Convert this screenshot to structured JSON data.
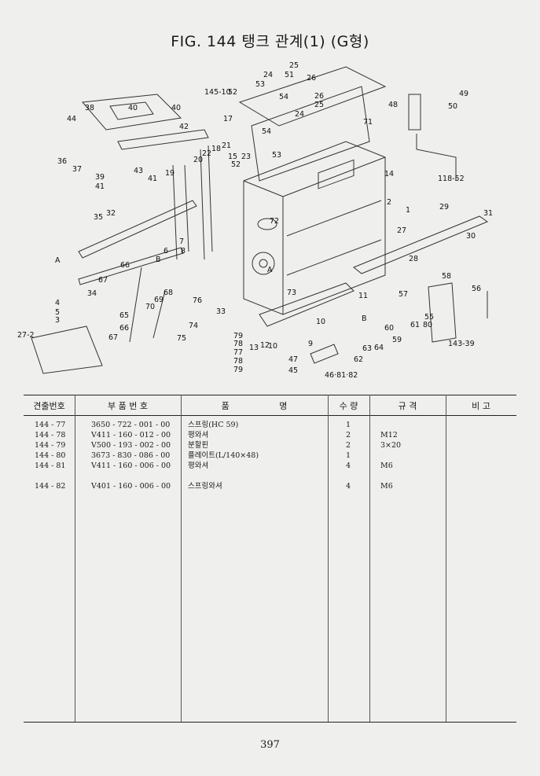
{
  "title": "FIG. 144 탱크 관계(1) (G형)",
  "diagram": {
    "callouts": [
      "25",
      "24",
      "51",
      "26",
      "53",
      "54",
      "52",
      "145-10",
      "71",
      "49",
      "48",
      "50",
      "44",
      "38",
      "40",
      "40",
      "42",
      "17",
      "21",
      "54",
      "15",
      "53",
      "25",
      "26",
      "24",
      "23",
      "22",
      "18",
      "20",
      "52",
      "14",
      "118-52",
      "36",
      "37",
      "43",
      "39",
      "41",
      "41",
      "19",
      "2",
      "1",
      "35",
      "32",
      "72",
      "29",
      "31",
      "30",
      "27",
      "28",
      "7",
      "8",
      "6",
      "66",
      "67",
      "34",
      "A",
      "B",
      "A",
      "4",
      "5",
      "3",
      "69",
      "70",
      "68",
      "65",
      "76",
      "33",
      "73",
      "11",
      "58",
      "57",
      "56",
      "55",
      "61",
      "80",
      "60",
      "59",
      "63",
      "64",
      "62",
      "10",
      "9",
      "74",
      "75",
      "79",
      "78",
      "77",
      "78",
      "79",
      "13",
      "12",
      "10",
      "47",
      "45",
      "46·81·82",
      "27-2",
      "66",
      "67",
      "143-39",
      "B"
    ]
  },
  "table": {
    "headers": [
      "견출번호",
      "부 품 번 호",
      "품 명",
      "수 량",
      "규 격",
      "비 고"
    ],
    "rows": [
      {
        "no": "144 - 77",
        "part": "3650 - 722 - 001 - 00",
        "name": "스프링(HC 59)",
        "qty": "1",
        "spec": ""
      },
      {
        "no": "144 - 78",
        "part": "V411 - 160 - 012 - 00",
        "name": "평와셔",
        "qty": "2",
        "spec": "M12"
      },
      {
        "no": "144 - 79",
        "part": "V500 - 193 - 002 - 00",
        "name": "분할핀",
        "qty": "2",
        "spec": "3×20"
      },
      {
        "no": "144 - 80",
        "part": "3673 - 830 - 086 - 00",
        "name": "플레이트(L/140×48)",
        "qty": "1",
        "spec": ""
      },
      {
        "no": "144 - 81",
        "part": "V411 - 160 - 006 - 00",
        "name": "평와셔",
        "qty": "4",
        "spec": "M6"
      },
      {
        "no": "144 - 82",
        "part": "V401 - 160 - 006 - 00",
        "name": "스프링와셔",
        "qty": "4",
        "spec": "M6"
      }
    ]
  },
  "page_number": "397"
}
